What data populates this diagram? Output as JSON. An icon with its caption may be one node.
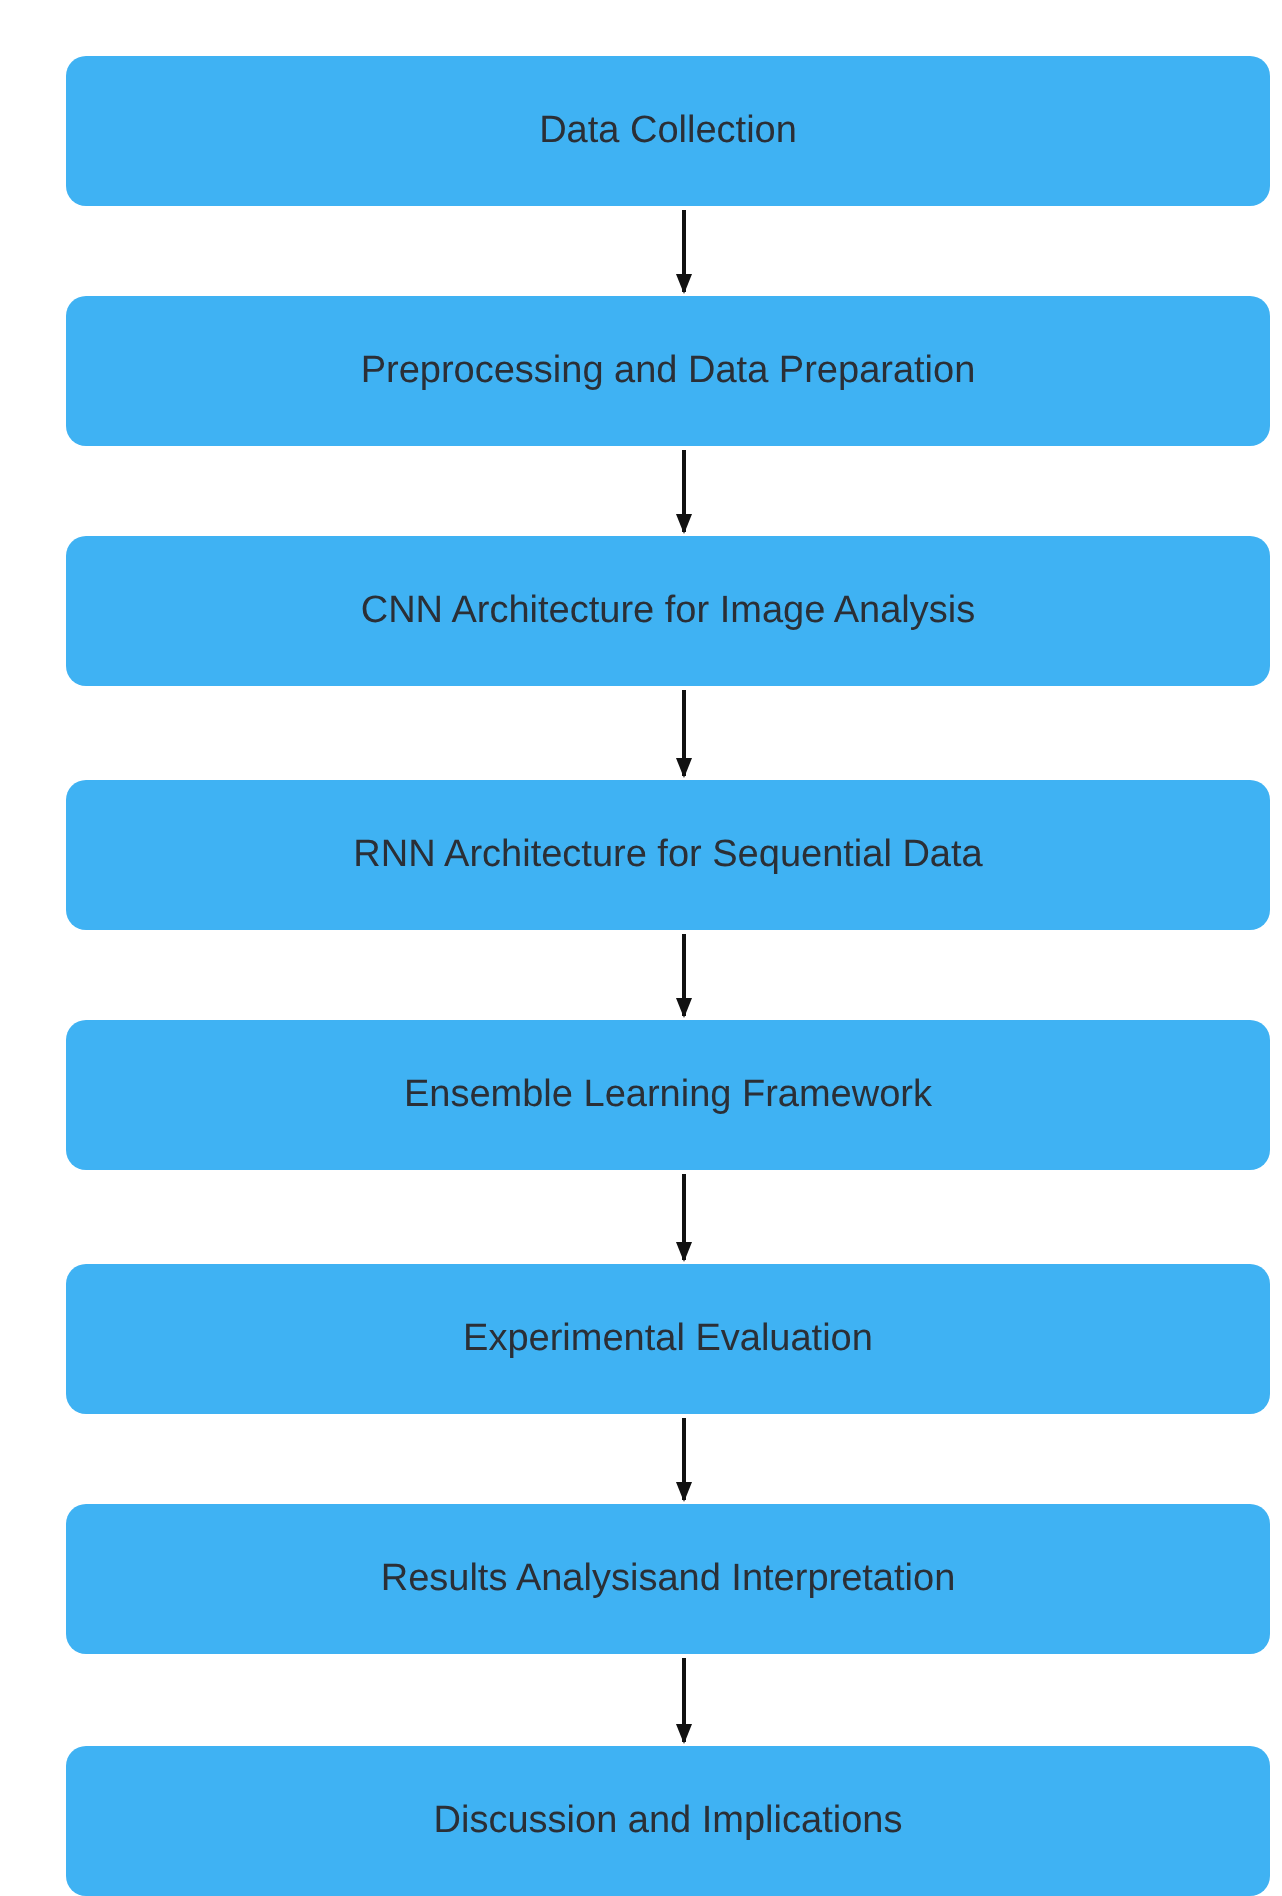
{
  "diagram": {
    "nodes": [
      {
        "text": [
          "Data Collection"
        ]
      },
      {
        "text": [
          "Preprocessing and Data Preparation"
        ]
      },
      {
        "text": [
          "CNN Architecture for Image Analysis"
        ]
      },
      {
        "text": [
          "RNN Architecture for Sequential Data"
        ]
      },
      {
        "text": [
          "Ensemble Learning Framework"
        ]
      },
      {
        "text": [
          "Experimental Evaluation"
        ]
      },
      {
        "text": [
          "Results Analysisand Interpretation"
        ]
      },
      {
        "text": [
          "Discussion and Implications"
        ]
      }
    ],
    "edges": [
      {
        "from": 0,
        "to": 1,
        "arrow": "to"
      },
      {
        "from": 1,
        "to": 2,
        "arrow": "to"
      },
      {
        "from": 2,
        "to": 3,
        "arrow": "to"
      },
      {
        "from": 3,
        "to": 4,
        "arrow": "to"
      },
      {
        "from": 4,
        "to": 5,
        "arrow": "to"
      },
      {
        "from": 5,
        "to": 6,
        "arrow": "to"
      },
      {
        "from": 6,
        "to": 7,
        "arrow": "to"
      }
    ]
  }
}
